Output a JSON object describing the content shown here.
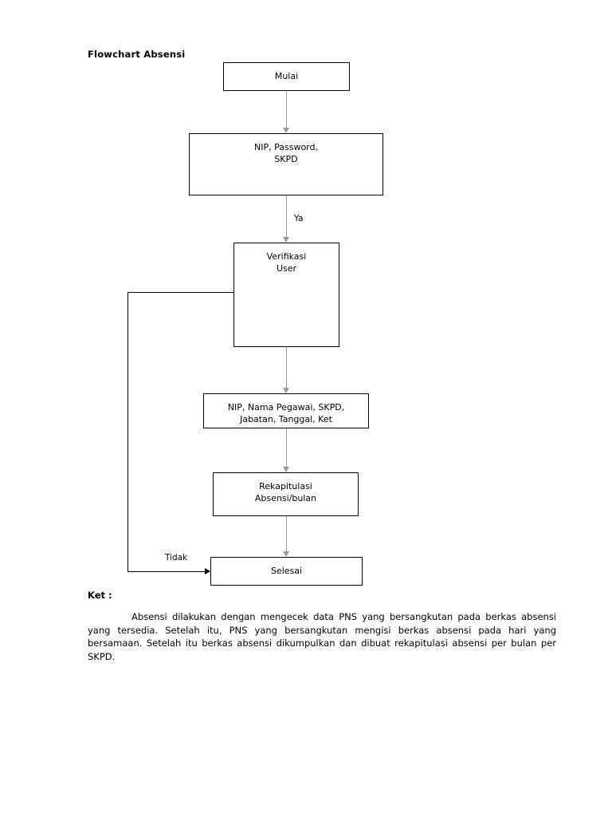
{
  "document": {
    "title": "Flowchart Absensi"
  },
  "flowchart": {
    "nodes": [
      {
        "id": "mulai",
        "label": "Mulai"
      },
      {
        "id": "input",
        "label": "NIP, Password,\nSKPD"
      },
      {
        "id": "verifikasi",
        "label": "Verifikasi\nUser"
      },
      {
        "id": "data",
        "label": "NIP, Nama Pegawai, SKPD,\nJabatan, Tanggal, Ket"
      },
      {
        "id": "rekap",
        "label": "Rekapitulasi\nAbsensi/bulan"
      },
      {
        "id": "selesai",
        "label": "Selesai"
      }
    ],
    "edge_labels": {
      "ya": "Ya",
      "tidak": "Tidak"
    }
  },
  "notes": {
    "heading": "Ket :",
    "body": "Absensi dilakukan dengan mengecek data PNS yang bersangkutan pada berkas absensi yang tersedia. Setelah itu, PNS yang bersangkutan mengisi berkas absensi pada hari yang bersamaan. Setelah itu berkas absensi dikumpulkan dan dibuat rekapitulasi absensi per bulan per SKPD."
  },
  "colors": {
    "text": "#000000",
    "box_border": "#000000",
    "connector": "#9a9a9a",
    "feedback_line": "#000000",
    "background": "#ffffff"
  }
}
